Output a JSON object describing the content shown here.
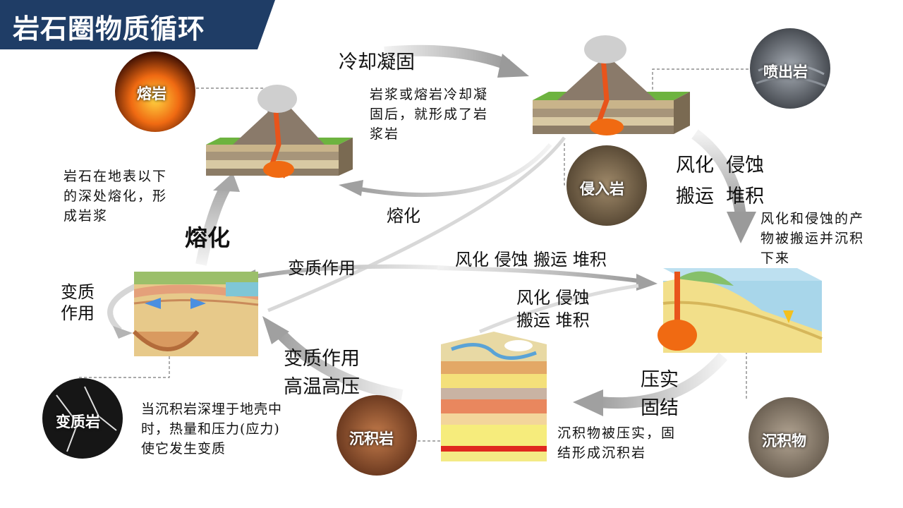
{
  "title": "岩石圈物质循环",
  "colors": {
    "title_bg": "#1f3d66",
    "arrow": "#c8c8c8",
    "lava": "#e8541b",
    "grass": "#7cb342"
  },
  "rocks": {
    "lava": "熔岩",
    "extrusive": "喷出岩",
    "intrusive": "侵入岩",
    "metamorphic": "变质岩",
    "sedimentary": "沉积岩",
    "sediment": "沉积物"
  },
  "processes": {
    "cooling": "冷却凝固",
    "weathering1_line1": "风化  侵蚀",
    "weathering1_line2": "搬运  堆积",
    "melting_small": "熔化",
    "melting_big": "熔化",
    "metamorphism_mid": "变质作用",
    "weathering_mid": "风化 侵蚀 搬运 堆积",
    "weathering2_line1": "风化 侵蚀",
    "weathering2_line2": "搬运 堆积",
    "metamorphism_left_line1": "变质",
    "metamorphism_left_line2": "作用",
    "metamorphism_hp_line1": "变质作用",
    "metamorphism_hp_line2": "高温高压",
    "compaction_line1": "压实",
    "compaction_line2": "固结"
  },
  "descriptions": {
    "cooling_line1": "岩浆或熔岩冷却凝",
    "cooling_line2": "固后，就形成了岩",
    "cooling_line3": "浆岩",
    "melting_line1": "岩石在地表以下",
    "melting_line2": "的深处熔化，形",
    "melting_line3": "成岩浆",
    "weathering_line1": "风化和侵蚀的产",
    "weathering_line2": "物被搬运并沉积",
    "weathering_line3": "下来",
    "metamorphism_line1": "当沉积岩深埋于地壳中",
    "metamorphism_line2": "时，热量和压力(应力)",
    "metamorphism_line3": "使它发生变质",
    "compaction_line1": "沉积物被压实，固",
    "compaction_line2": "结形成沉积岩"
  }
}
